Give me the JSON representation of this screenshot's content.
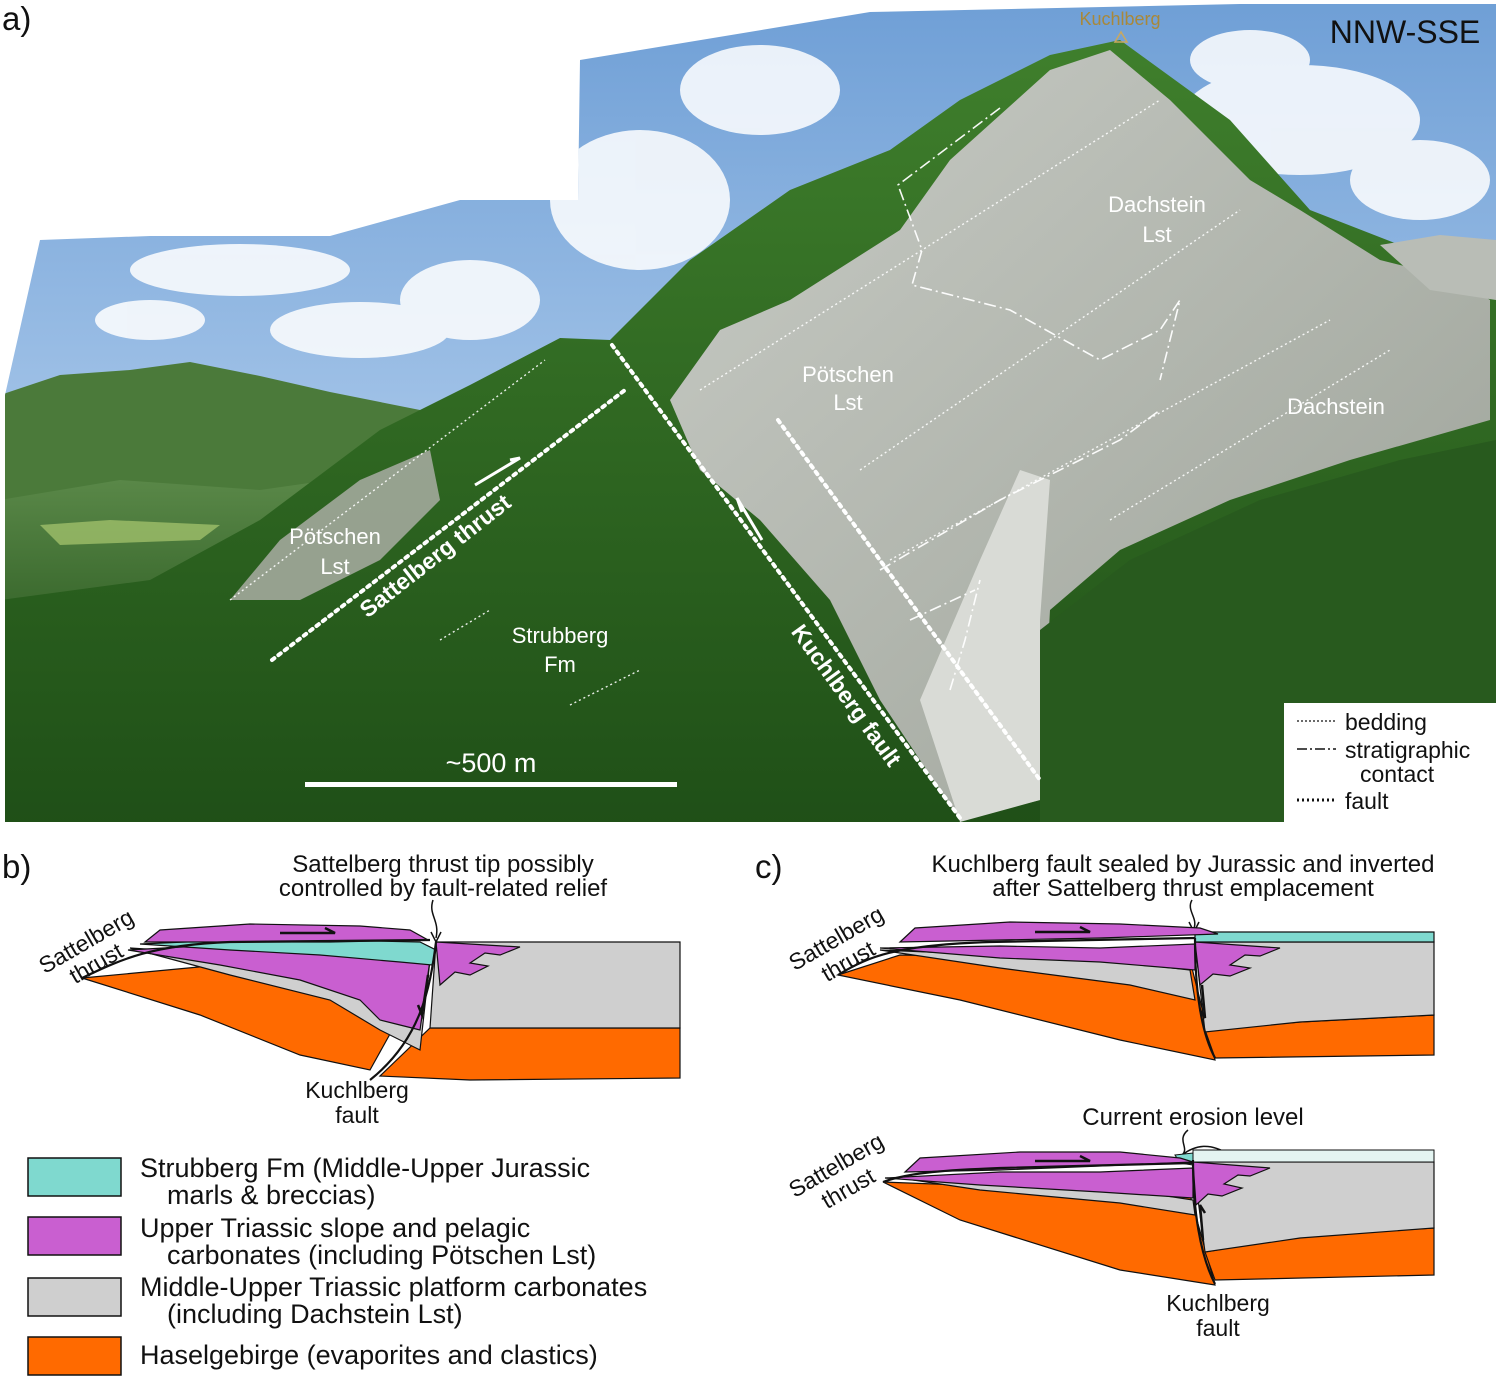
{
  "panels": {
    "a": {
      "letter": "a)",
      "orientation": "NNW-SSE",
      "peak": "Kuchlberg",
      "units": {
        "dachstein_top_1": "Dachstein",
        "dachstein_top_2": "Lst",
        "potschen_center_1": "Pötschen",
        "potschen_center_2": "Lst",
        "dachstein_right": "Dachstein",
        "potschen_left_1": "Pötschen",
        "potschen_left_2": "Lst",
        "strubberg_1": "Strubberg",
        "strubberg_2": "Fm"
      },
      "structures": {
        "thrust": "Sattelberg thrust",
        "fault": "Kuchlberg fault"
      },
      "scale": "~500 m",
      "legend": {
        "bedding": "bedding",
        "strat_1": "stratigraphic",
        "strat_2": "contact",
        "fault": "fault"
      }
    },
    "b": {
      "letter": "b)",
      "annotation_1": "Sattelberg thrust tip possibly",
      "annotation_2": "controlled by fault-related relief",
      "thrust_1": "Sattelberg",
      "thrust_2": "thrust",
      "fault_1": "Kuchlberg",
      "fault_2": "fault"
    },
    "c": {
      "letter": "c)",
      "annotation_1": "Kuchlberg fault sealed by Jurassic and inverted",
      "annotation_2": "after Sattelberg thrust emplacement",
      "thrust_1": "Sattelberg",
      "thrust_2": "thrust",
      "erosion": "Current erosion level",
      "thrust2_1": "Sattelberg",
      "thrust2_2": "thrust",
      "fault_1": "Kuchlberg",
      "fault_2": "fault"
    }
  },
  "legend": [
    {
      "line1": "Strubberg Fm (Middle-Upper Jurassic",
      "line2": "marls & breccias)",
      "color": "#7fd9cf"
    },
    {
      "line1": "Upper Triassic slope and pelagic",
      "line2": "carbonates (including Pötschen Lst)",
      "color": "#c95fd0"
    },
    {
      "line1": "Middle-Upper Triassic platform carbonates",
      "line2": "(including Dachstein Lst)",
      "color": "#cfcfcf"
    },
    {
      "line1": "Haselgebirge (evaporites and clastics)",
      "line2": "",
      "color": "#ff6a00"
    }
  ]
}
